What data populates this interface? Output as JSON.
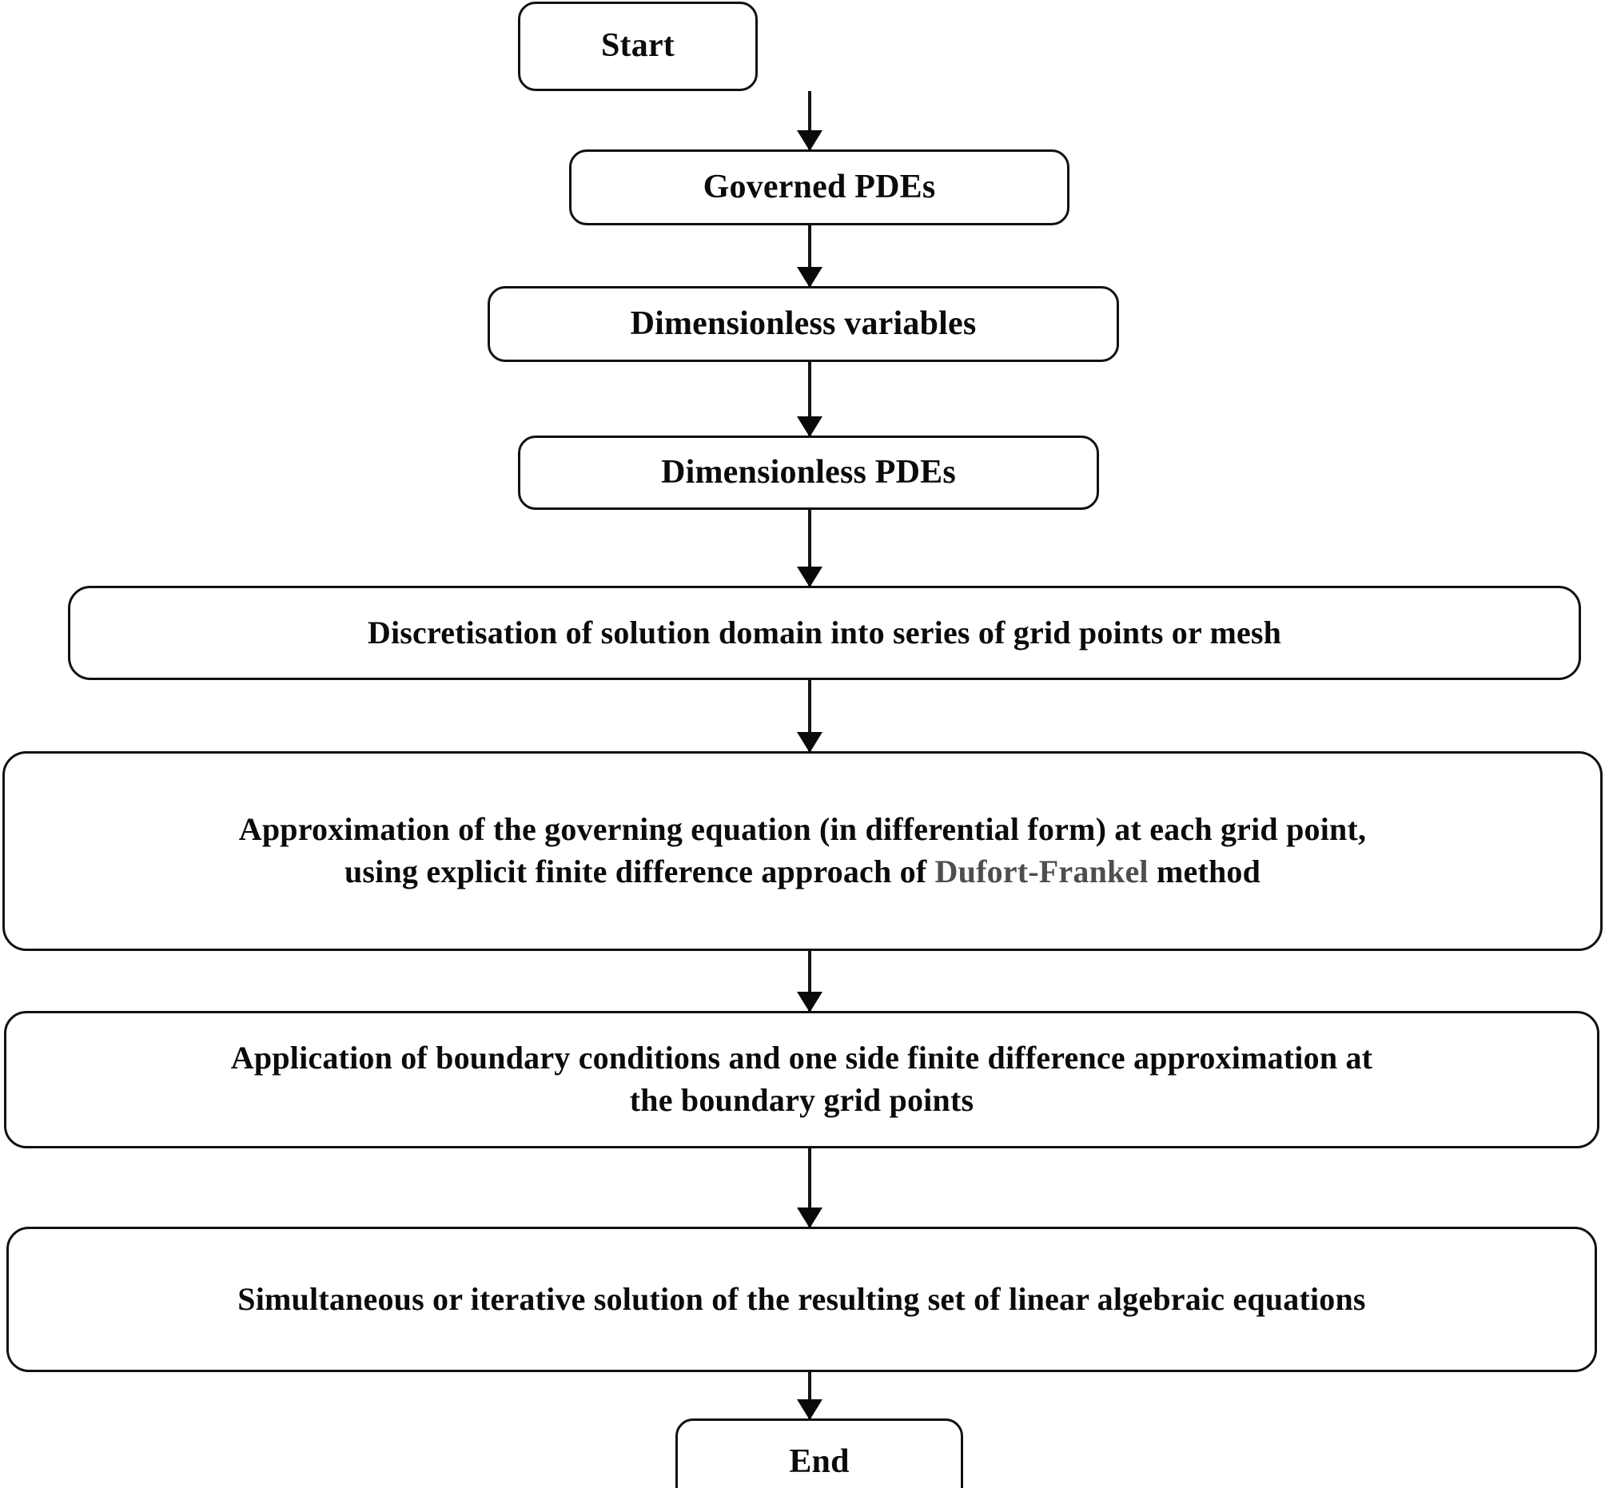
{
  "diagram": {
    "title": "Numerical solution procedure flowchart",
    "type": "flowchart",
    "orientation": "top-to-bottom",
    "style": {
      "node_fill": "#ffffff",
      "node_border": "#111111",
      "text_color": "#0b0b0b",
      "highlight_text_color": "#4e4e4e",
      "connector_color": "#131313",
      "background": "#ffffff"
    },
    "nodes": [
      {
        "id": "start",
        "label": "Start"
      },
      {
        "id": "governed",
        "label": "Governed PDEs"
      },
      {
        "id": "dimvars",
        "label": "Dimensionless variables"
      },
      {
        "id": "dimpdes",
        "label": "Dimensionless PDEs"
      },
      {
        "id": "discret",
        "label": "Discretisation of solution domain into series of grid points or mesh"
      },
      {
        "id": "approx",
        "label": "Approximation of the governing equation (in differential form) at each grid point, using explicit finite difference approach of Dufort-Frankel method",
        "line1": "Approximation of the governing equation (in differential form) at each grid point,",
        "line2_prefix": "using explicit finite difference approach of ",
        "line2_highlight": "Dufort-Frankel",
        "line2_suffix": " method"
      },
      {
        "id": "boundary",
        "label": "Application of boundary conditions and one side finite difference approximation at the boundary grid points",
        "line1": "Application of boundary conditions and one side finite difference approximation at",
        "line2": "the boundary grid points"
      },
      {
        "id": "simul",
        "label": "Simultaneous or iterative solution of the resulting set of linear algebraic equations"
      },
      {
        "id": "end",
        "label": "End"
      }
    ],
    "edges": [
      {
        "from": "start",
        "to": "governed"
      },
      {
        "from": "governed",
        "to": "dimvars"
      },
      {
        "from": "dimvars",
        "to": "dimpdes"
      },
      {
        "from": "dimpdes",
        "to": "discret"
      },
      {
        "from": "discret",
        "to": "approx"
      },
      {
        "from": "approx",
        "to": "boundary"
      },
      {
        "from": "boundary",
        "to": "simul"
      },
      {
        "from": "simul",
        "to": "end"
      }
    ]
  }
}
